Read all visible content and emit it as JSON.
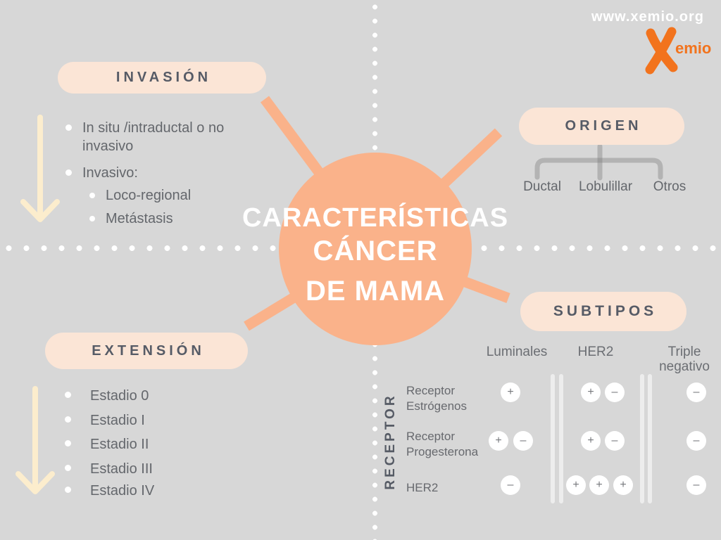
{
  "brand": {
    "url": "www.xemio.org",
    "logo_text": "emio"
  },
  "center": {
    "line1": "CARACTERÍSTICAS",
    "line2": "CÁNCER",
    "line3": "DE MAMA"
  },
  "invasion": {
    "title": "INVASIÓN",
    "item1": "In situ /intraductal o no invasivo",
    "item2": "Invasivo:",
    "sub1": "Loco-regional",
    "sub2": "Metástasis"
  },
  "origen": {
    "title": "ORIGEN",
    "child1": "Ductal",
    "child2": "Lobulillar",
    "child3": "Otros"
  },
  "extension": {
    "title": "EXTENSIÓN",
    "items": [
      "Estadio 0",
      "Estadio I",
      "Estadio II",
      "Estadio III",
      "Estadio IV"
    ]
  },
  "subtipos": {
    "title": "SUBTIPOS",
    "axis": "RECEPTOR",
    "col1": "Luminales",
    "col2": "HER2",
    "col3": "Triple negativo",
    "rows": [
      {
        "label": "Receptor Estrógenos",
        "luminales": [
          "+"
        ],
        "her2": [
          "+",
          "–"
        ],
        "triple": [
          "–"
        ]
      },
      {
        "label": "Receptor Progesterona",
        "luminales": [
          "+",
          "–"
        ],
        "her2": [
          "+",
          "–"
        ],
        "triple": [
          "–"
        ]
      },
      {
        "label": "HER2",
        "luminales": [
          "–"
        ],
        "her2": [
          "+",
          "+",
          "+"
        ],
        "triple": [
          "–"
        ]
      }
    ]
  },
  "colors": {
    "background": "#d7d7d7",
    "accent_orange": "#fab28a",
    "pill_peach": "#fbe5d6",
    "cream_arrow": "#fcedcd",
    "logo_orange": "#f2731d",
    "heading_text": "#565b66",
    "body_text": "#64676c"
  }
}
